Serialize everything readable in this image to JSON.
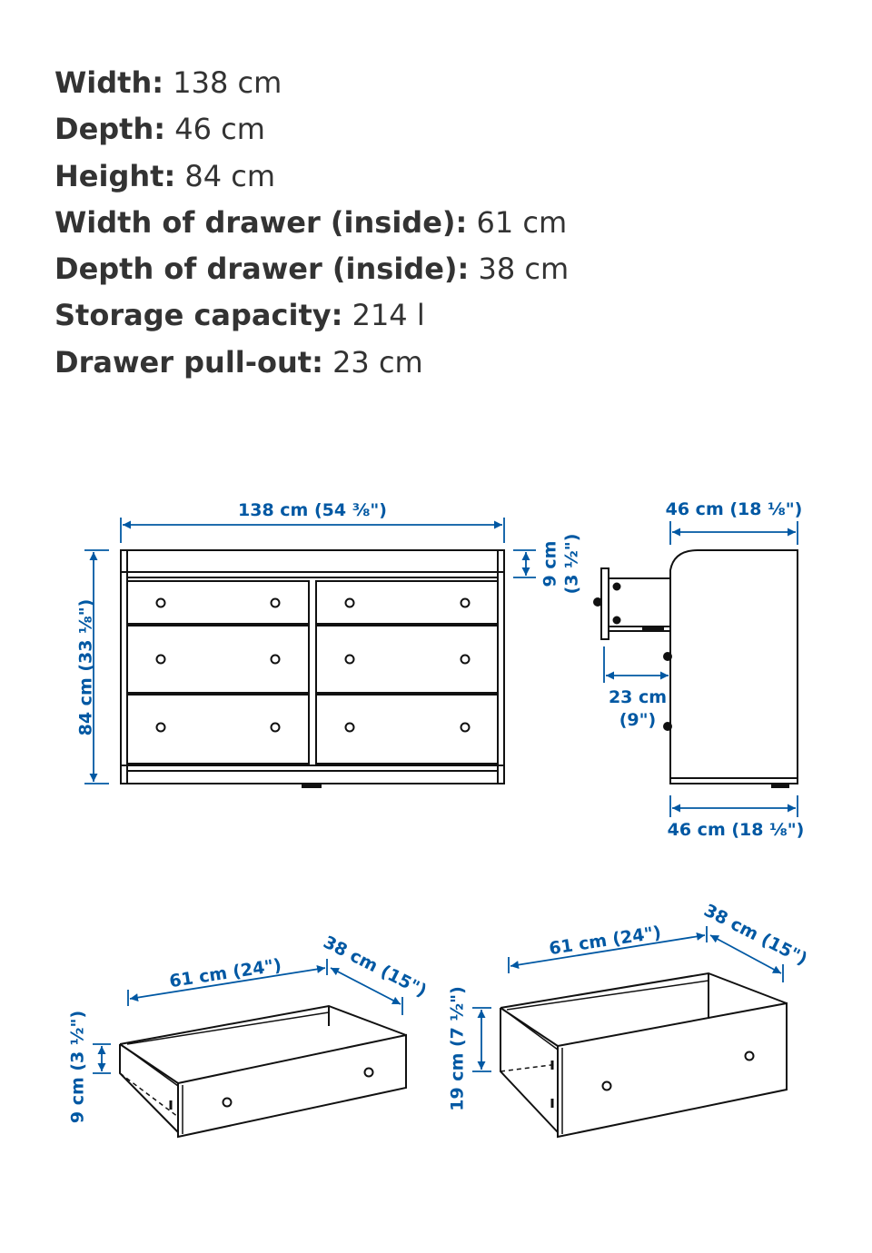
{
  "specs": [
    {
      "label": "Width:",
      "value": "138 cm"
    },
    {
      "label": "Depth:",
      "value": "46 cm"
    },
    {
      "label": "Height:",
      "value": "84 cm"
    },
    {
      "label": "Width of drawer (inside):",
      "value": "61 cm"
    },
    {
      "label": "Depth of drawer (inside):",
      "value": "38 cm"
    },
    {
      "label": "Storage capacity:",
      "value": "214 l"
    },
    {
      "label": "Drawer pull-out:",
      "value": "23 cm"
    }
  ],
  "diagram": {
    "dim_color": "#0058a3",
    "line_color": "#111111",
    "front": {
      "width_label": "138 cm (54 ⅜\")",
      "height_label": "84 cm (33 ⅛\")",
      "top_label": "9 cm",
      "top_label_in": "(3 ½\")"
    },
    "side": {
      "depth_top_label": "46 cm (18 ⅛\")",
      "depth_bottom_label": "46 cm (18 ⅛\")",
      "pullout_label": "23 cm",
      "pullout_label_in": "(9\")"
    },
    "small_drawer": {
      "width_label": "61 cm (24\")",
      "depth_label": "38 cm (15\")",
      "height_label": "9 cm (3 ½\")"
    },
    "large_drawer": {
      "width_label": "61 cm (24\")",
      "depth_label": "38 cm (15\")",
      "height_label": "19 cm (7 ½\")"
    }
  }
}
